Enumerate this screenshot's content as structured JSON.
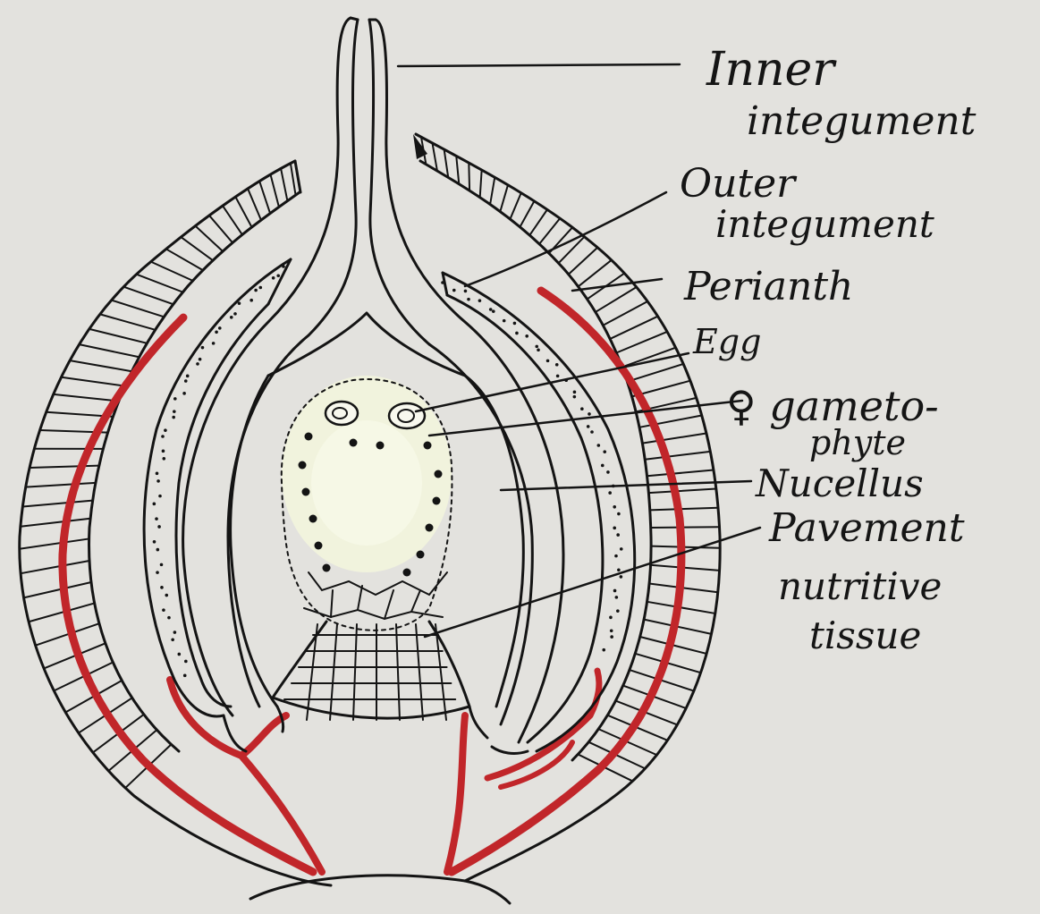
{
  "diagram": {
    "labels": {
      "inner_integument": [
        "Inner",
        "integument"
      ],
      "outer_integument": [
        "Outer",
        "integument"
      ],
      "perianth": "Perianth",
      "egg": "Egg",
      "female_gametophyte": [
        "♀ gameto-",
        "phyte"
      ],
      "nucellus": "Nucellus",
      "pavement_nutritive_tissue": [
        "Pavement",
        "nutritive",
        "tissue"
      ]
    },
    "colors": {
      "ink": "#141414",
      "vascular_trace": "#c1262a",
      "gametophyte_fill": "#f1f3dd",
      "paper": "#e3e2de"
    }
  }
}
